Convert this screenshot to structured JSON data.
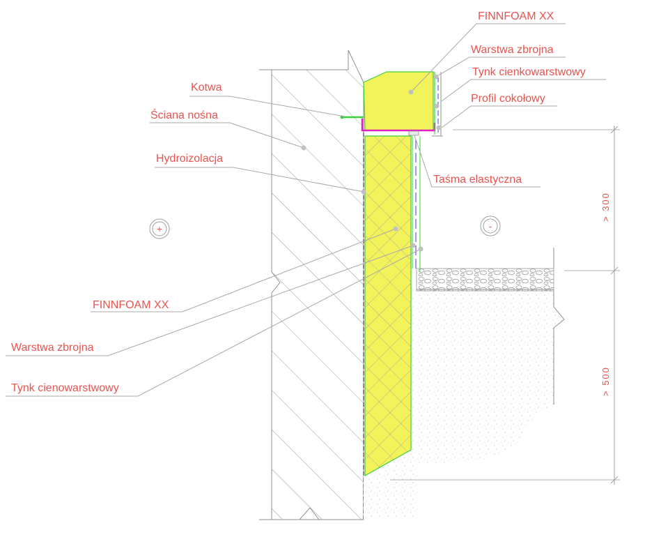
{
  "labels": {
    "finnfoam_top": "FINNFOAM XX",
    "warstwa_top": "Warstwa zbrojna",
    "tynk_top": "Tynk cienkowarstwowy",
    "profil": "Profil cokołowy",
    "kotwa": "Kotwa",
    "sciana": "Ściana nośna",
    "hydro": "Hydroizolacja",
    "tasma": "Taśma elastyczna",
    "finnfoam_bottom": "FINNFOAM XX",
    "warstwa_bottom": "Warstwa zbrojna",
    "tynk_bottom": "Tynk cienowarstwowy"
  },
  "signs": {
    "plus": "+",
    "minus": "-"
  },
  "dimensions": {
    "upper": "> 300",
    "lower": "> 500"
  },
  "colors": {
    "label": "#e8534f",
    "insulation": "#f2f25a",
    "insulation_edge": "#3fd03f",
    "profile": "#e020c0",
    "leader": "#a8a8a8"
  }
}
